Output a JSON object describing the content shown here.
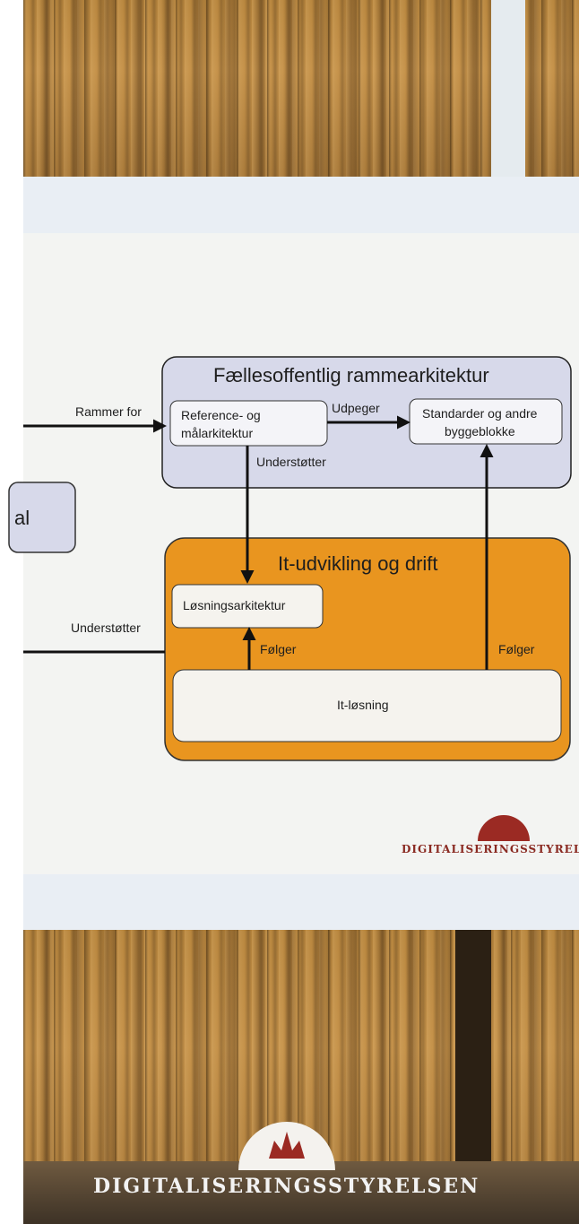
{
  "diagram": {
    "framework_title": "Fællesoffentlig rammearkitektur",
    "reference_box": [
      "Reference- og",
      "målarkitektur"
    ],
    "standards_box": [
      "Standarder og andre",
      "byggeblokke"
    ],
    "label_rammer_for": "Rammer for",
    "label_udpeger": "Udpeger",
    "label_understotter_top": "Understøtter",
    "left_box_fragment": "al",
    "dev_title": "It-udvikling og drift",
    "solution_arch_box": "Løsningsarkitektur",
    "label_understotter_left": "Understøtter",
    "label_folger_left": "Følger",
    "label_folger_right": "Følger",
    "it_solution_box": "It-løsning",
    "sheet_logo_text": "DIGITALISERINGSSTYREL"
  },
  "footer_logo_text": "DIGITALISERINGSSTYRELSEN",
  "colors": {
    "framework_fill": "#d7d9ea",
    "dev_fill": "#e9951f",
    "logo_red": "#9b2a23",
    "paper": "#f3f4f2"
  }
}
